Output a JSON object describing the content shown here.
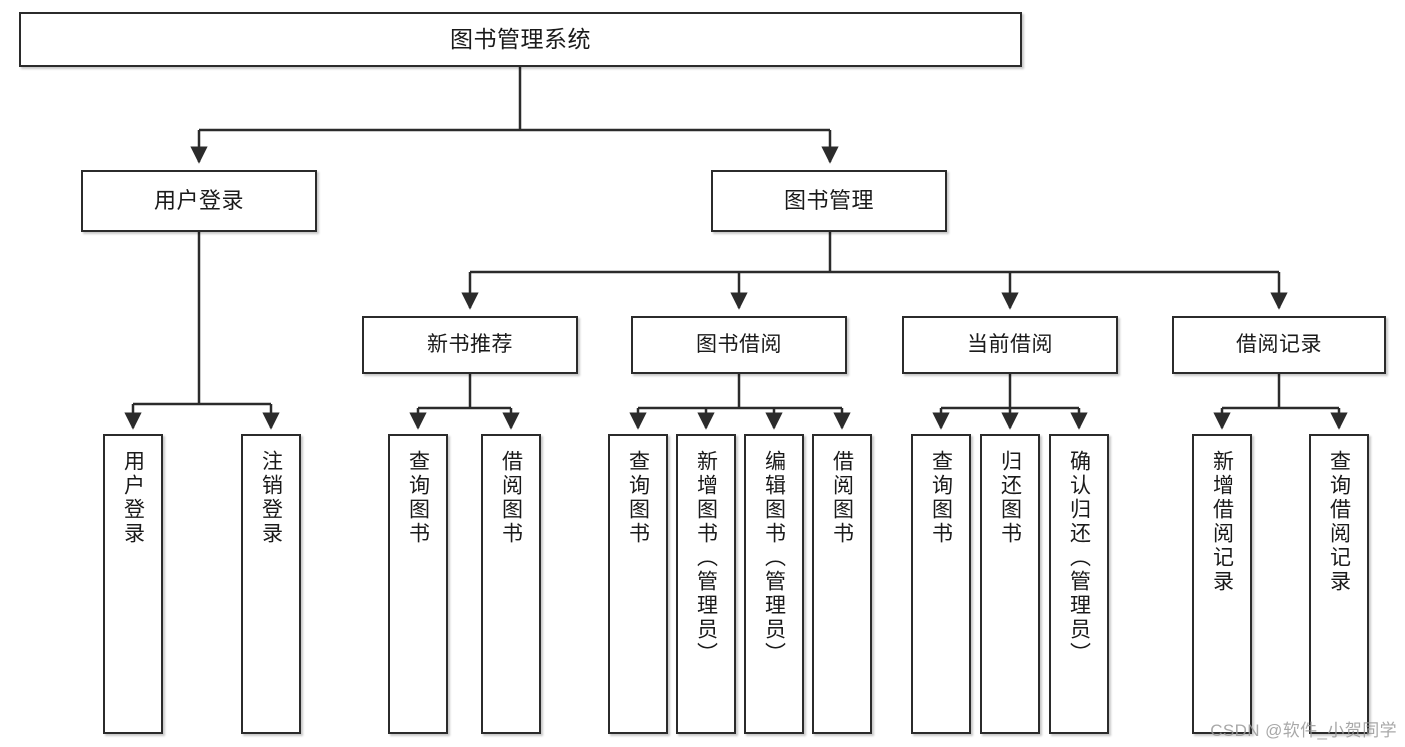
{
  "diagram": {
    "title": "图书管理系统",
    "watermark": "CSDN @软件_小贺同学",
    "nodes": {
      "root": {
        "label": "图书管理系统"
      },
      "user_login": {
        "label": "用户登录"
      },
      "book_manage": {
        "label": "图书管理"
      },
      "new_book_rec": {
        "label": "新书推荐"
      },
      "book_borrow": {
        "label": "图书借阅"
      },
      "current_borrow": {
        "label": "当前借阅"
      },
      "borrow_record": {
        "label": "借阅记录"
      },
      "leaf_user_login": {
        "label": "用户登录"
      },
      "leaf_logout": {
        "label": "注销登录"
      },
      "leaf_query_book_1": {
        "label": "查询图书"
      },
      "leaf_borrow_book_1": {
        "label": "借阅图书"
      },
      "leaf_query_book_2": {
        "label": "查询图书"
      },
      "leaf_add_book_admin": {
        "label": "新增图书（管理员）"
      },
      "leaf_edit_book_admin": {
        "label": "编辑图书（管理员）"
      },
      "leaf_borrow_book_2": {
        "label": "借阅图书"
      },
      "leaf_query_book_3": {
        "label": "查询图书"
      },
      "leaf_return_book": {
        "label": "归还图书"
      },
      "leaf_confirm_return_admin": {
        "label": "确认归还（管理员）"
      },
      "leaf_add_borrow_record": {
        "label": "新增借阅记录"
      },
      "leaf_query_borrow_record": {
        "label": "查询借阅记录"
      }
    },
    "colors": {
      "stroke": "#2b2b2b",
      "fill": "#ffffff",
      "text": "#1a1a1a",
      "watermark": "#9a9a9a"
    }
  }
}
